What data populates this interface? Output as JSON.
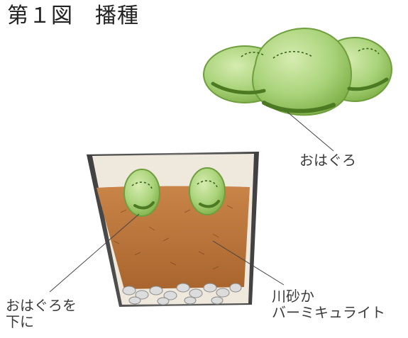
{
  "title": "第１図　播種",
  "labels": {
    "ohaguro": "おはぐろ",
    "ohaguro_down": "おはぐろを\n下に",
    "soil": "川砂か\nバーミキュライト"
  },
  "colors": {
    "bean_green": "#a9d37a",
    "bean_dark": "#6f9e3c",
    "soil": "#b8743a",
    "pot_wall": "#555555",
    "gravel": "#d9d9d9"
  }
}
